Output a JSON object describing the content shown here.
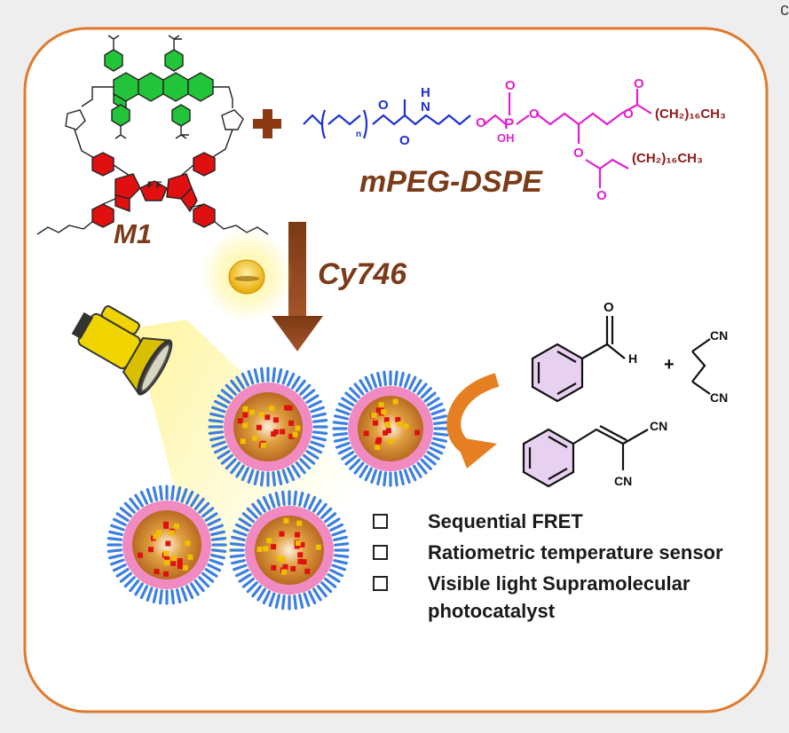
{
  "labels": {
    "m1": "M1",
    "mpeg_dspe": "mPEG-DSPE",
    "cy746": "Cy746"
  },
  "chem": {
    "ch2_16_ch3_a": "(CH₂)₁₆CH₃",
    "ch2_16_ch3_b": "(CH₂)₁₆CH₃",
    "o": "O",
    "oh": "OH",
    "p": "P",
    "n_sub": "n",
    "h_letter": "H",
    "nh": "H",
    "n_letter": "N",
    "cn1": "CN",
    "cn2": "CN",
    "cn3": "CN",
    "cn4": "CN",
    "plus": "+",
    "ald_h": "H",
    "ald_o": "O"
  },
  "bullets": [
    "Sequential FRET",
    "Ratiometric temperature sensor",
    "Visible light Supramolecular photocatalyst"
  ],
  "colors": {
    "frame": "#e07a2c",
    "brown": "#7b3a18",
    "blue": "#1a2fd6",
    "magenta": "#e020d0",
    "green": "#22c43a",
    "red": "#e01010",
    "orange_arrow": "#e67e22",
    "lipid_blue": "#3b7fe0",
    "lipid_pink": "#f08ac0"
  },
  "corner_mark": "c"
}
